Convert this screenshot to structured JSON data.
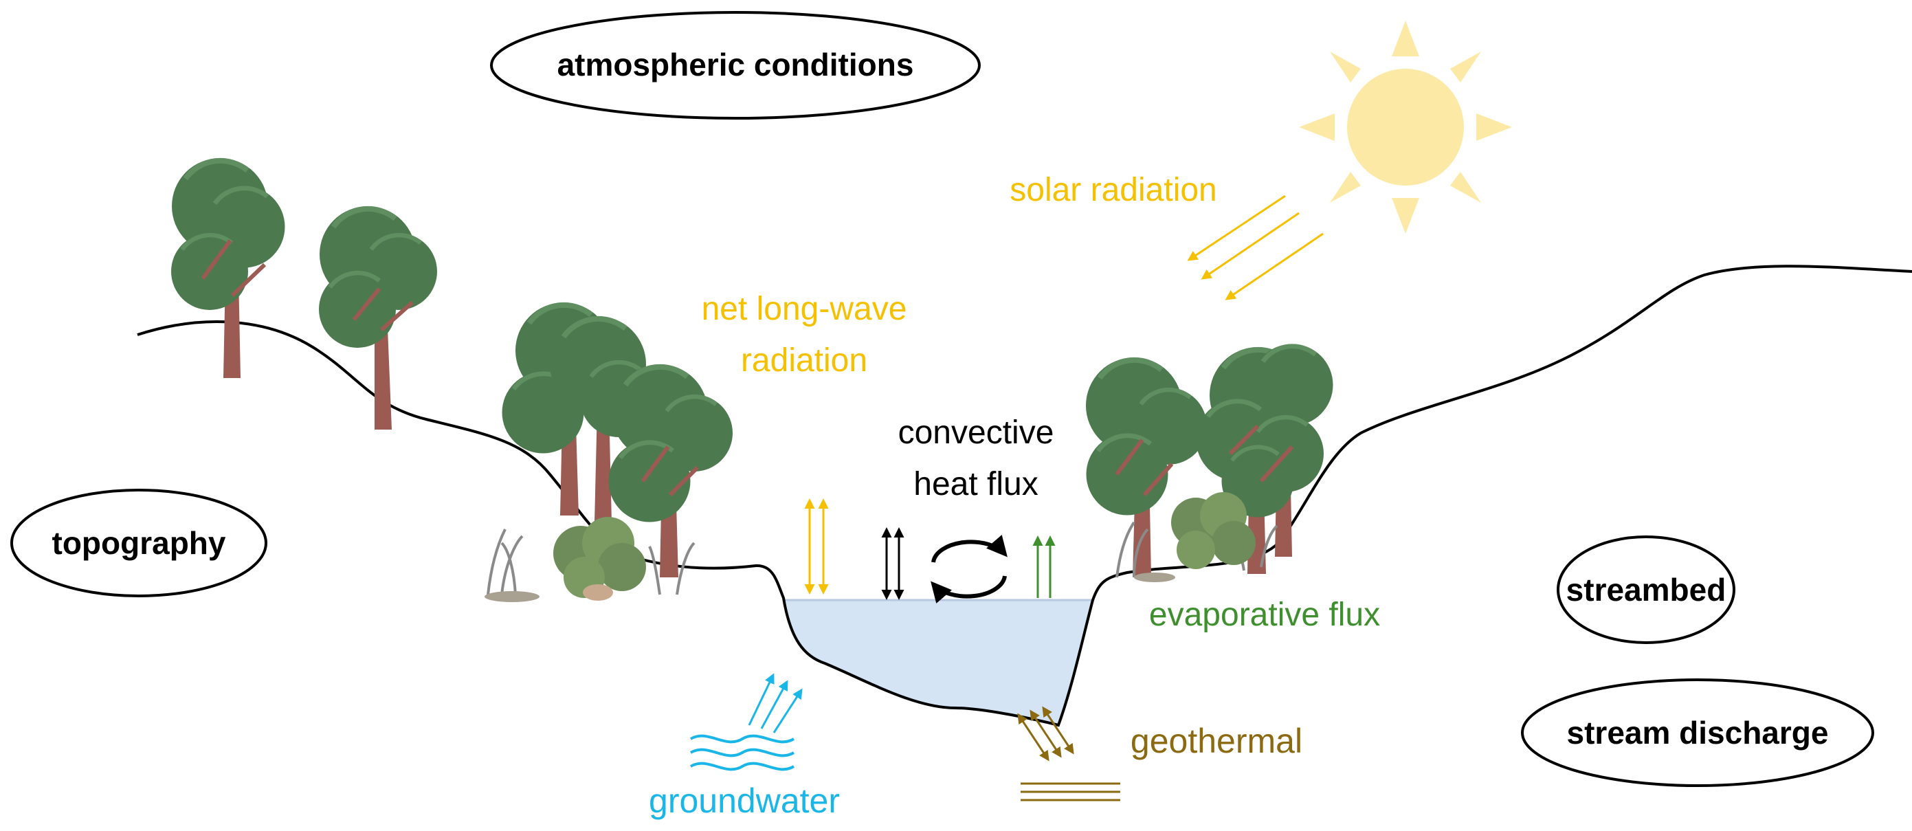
{
  "labels": {
    "atmospheric": "atmospheric conditions",
    "topography": "topography",
    "streambed": "streambed",
    "discharge": "stream discharge",
    "solar": "solar radiation",
    "longwave_1": "net long-wave",
    "longwave_2": "radiation",
    "convective_1": "convective",
    "convective_2": "heat flux",
    "evaporative": "evaporative flux",
    "groundwater": "groundwater",
    "geothermal": "geothermal"
  },
  "colors": {
    "solar": "#f5c000",
    "sun": "#fde9a6",
    "evaporative": "#3f8f2f",
    "groundwater": "#1ab6e8",
    "geothermal": "#8b6a12",
    "water": "#d5e4f4",
    "tree_foliage": "#4c7a4e",
    "tree_trunk": "#9b5a52",
    "text": "#000000"
  }
}
